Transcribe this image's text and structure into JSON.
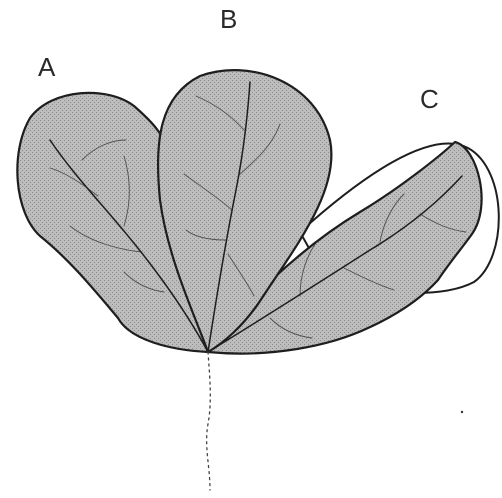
{
  "figure": {
    "labels": {
      "a": "A",
      "b": "B",
      "c": "C"
    },
    "leaf_fill": "#b9b9b9",
    "leaf_shade_dark": "#8e8e8e",
    "line_color": "#1e1e1e"
  }
}
